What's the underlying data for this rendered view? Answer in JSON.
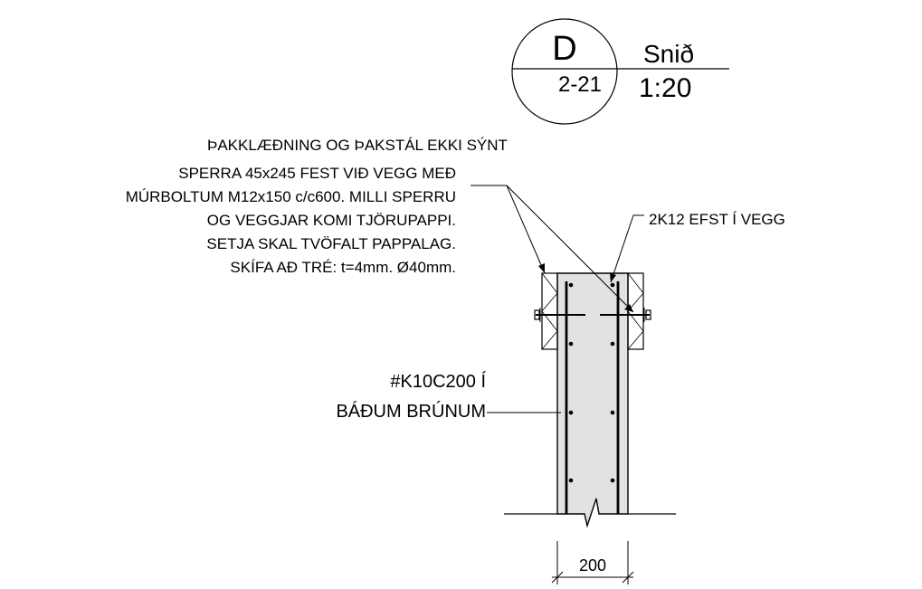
{
  "section_marker": {
    "letter": "D",
    "sheet_ref": "2-21",
    "label": "Snið",
    "scale": "1:20"
  },
  "notes": {
    "roof_note": "ÞAKKLÆÐNING OG ÞAKSTÁL EKKI SÝNT",
    "rafter_note": [
      "SPERRA 45x245 FEST VIÐ VEGG MEÐ",
      "MÚRBOLTUM M12x150 c/c600. MILLI SPERRU",
      "OG VEGGJAR KOMI TJÖRUPAPPI.",
      "SETJA SKAL TVÖFALT PAPPALAG.",
      "SKÍFA AÐ TRÉ: t=4mm. Ø40mm."
    ],
    "top_rebar_note": "2K12 EFST Í VEGG",
    "mesh_note": [
      "#K10C200 Í",
      "BÁÐUM BRÚNUM"
    ]
  },
  "dimensions": {
    "wall_thickness": "200"
  }
}
